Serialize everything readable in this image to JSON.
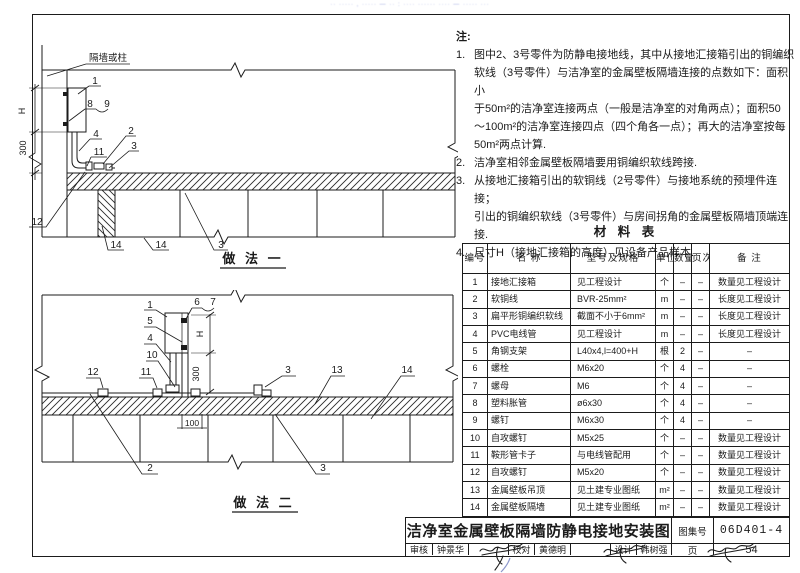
{
  "watermark": "·· ····· , ·····  — ·· : ···· ······ ···· — ····· ···",
  "notes": {
    "heading": "注:",
    "items": [
      {
        "num": "1.",
        "lines": [
          "图中2、3号零件为防静电接地线，其中从接地汇接箱引出的铜编织",
          "软线（3号零件）与洁净室的金属壁板隔墙连接的点数如下：面积小",
          "于50m²的洁净室连接两点（一般是洁净室的对角两点）；面积50",
          "～100m²的洁净室连接四点（四个角各一点）；再大的洁净室按每",
          "50m²两点计算."
        ]
      },
      {
        "num": "2.",
        "lines": [
          "洁净室相邻金属壁板隔墙要用铜编织软线跨接."
        ]
      },
      {
        "num": "3.",
        "lines": [
          "从接地汇接箱引出的软铜线（2号零件）与接地系统的预埋件连接；",
          "引出的铜编织软线（3号零件）与房间拐角的金属壁板隔墙顶端连接."
        ]
      },
      {
        "num": "4.",
        "lines": [
          "尺寸H（接地汇接箱的高度）见设备产品样本."
        ]
      }
    ]
  },
  "table": {
    "title": "材 料 表",
    "headers": [
      "编号",
      "名  称",
      "型号及规格",
      "单位",
      "数量",
      "页次",
      "备  注"
    ],
    "rows": [
      [
        "1",
        "接地汇接箱",
        "见工程设计",
        "个",
        "–",
        "–",
        "数量见工程设计"
      ],
      [
        "2",
        "软铜线",
        "BVR-25mm²",
        "m",
        "–",
        "–",
        "长度见工程设计"
      ],
      [
        "3",
        "扁平形铜编织软线",
        "截面不小于6mm²",
        "m",
        "–",
        "–",
        "长度见工程设计"
      ],
      [
        "4",
        "PVC电线管",
        "见工程设计",
        "m",
        "–",
        "–",
        "长度见工程设计"
      ],
      [
        "5",
        "角钢支架",
        "L40x4,l=400+H",
        "根",
        "2",
        "–",
        "–"
      ],
      [
        "6",
        "螺栓",
        "M6x20",
        "个",
        "4",
        "–",
        "–"
      ],
      [
        "7",
        "螺母",
        "M6",
        "个",
        "4",
        "–",
        "–"
      ],
      [
        "8",
        "塑料胀管",
        "ø6x30",
        "个",
        "4",
        "–",
        "–"
      ],
      [
        "9",
        "螺钉",
        "M6x30",
        "个",
        "4",
        "–",
        "–"
      ],
      [
        "10",
        "自攻螺钉",
        "M5x25",
        "个",
        "–",
        "–",
        "数量见工程设计"
      ],
      [
        "11",
        "鞍形管卡子",
        "与电线管配用",
        "个",
        "–",
        "–",
        "数量见工程设计"
      ],
      [
        "12",
        "自攻螺钉",
        "M5x20",
        "个",
        "–",
        "–",
        "数量见工程设计"
      ],
      [
        "13",
        "金属壁板吊顶",
        "见土建专业图纸",
        "m²",
        "–",
        "–",
        "数量见工程设计"
      ],
      [
        "14",
        "金属壁板隔墙",
        "见土建专业图纸",
        "m²",
        "–",
        "–",
        "数量见工程设计"
      ]
    ]
  },
  "titleblock": {
    "title": "洁净室金属壁板隔墙防静电接地安装图",
    "atlas_label": "图集号",
    "atlas_no": "06D401-4",
    "page_label": "页",
    "page_no": "54",
    "review_label": "审核",
    "reviewer": "钟景华",
    "check_label": "校对",
    "checker": "黄德明",
    "design_label": "设计",
    "designer": "韩树强"
  },
  "diagram1": {
    "labels": {
      "wall": "隔墙或柱",
      "n1": "1",
      "n8": "8",
      "n9": "9",
      "n4": "4",
      "n11": "11",
      "n2": "2",
      "n3": "3",
      "n12": "12",
      "n14a": "14",
      "n14b": "14",
      "n3c": "3",
      "dim_h": "H",
      "dim_300": "300",
      "caption": "做 法 一"
    }
  },
  "diagram2": {
    "labels": {
      "n1": "1",
      "n6": "6",
      "n7": "7",
      "n5": "5",
      "n4": "4",
      "n10": "10",
      "n11": "11",
      "n12": "12",
      "n2": "2",
      "n3a": "3",
      "n13": "13",
      "n14": "14",
      "n3b": "3",
      "dim_h": "H",
      "dim_300": "300",
      "dim_100": "100",
      "caption": "做 法 二"
    }
  }
}
